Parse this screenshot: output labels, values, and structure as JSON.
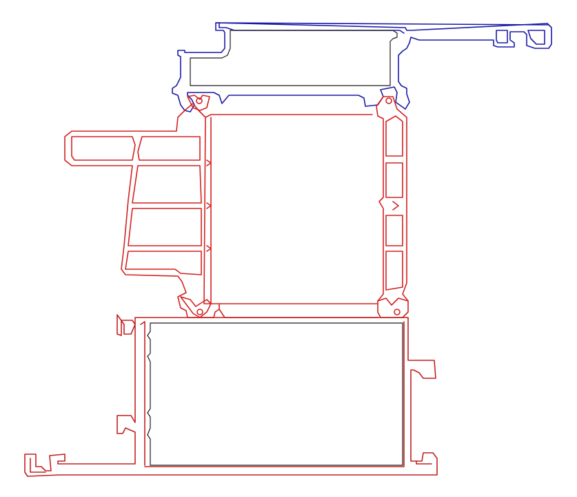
{
  "diagram": {
    "colors": {
      "background": "#ffffff",
      "top_profile": "#1a1aa8",
      "frame_profile": "#d42020",
      "bottom_profile": "#c41e1e",
      "glazing": "#1a1a1a"
    },
    "parts": [
      {
        "id": "top-cover",
        "color_key": "top_profile"
      },
      {
        "id": "top-glass",
        "color_key": "glazing"
      },
      {
        "id": "mullion",
        "color_key": "frame_profile"
      },
      {
        "id": "bottom-frame",
        "color_key": "bottom_profile"
      },
      {
        "id": "bottom-glass",
        "color_key": "glazing"
      }
    ]
  }
}
